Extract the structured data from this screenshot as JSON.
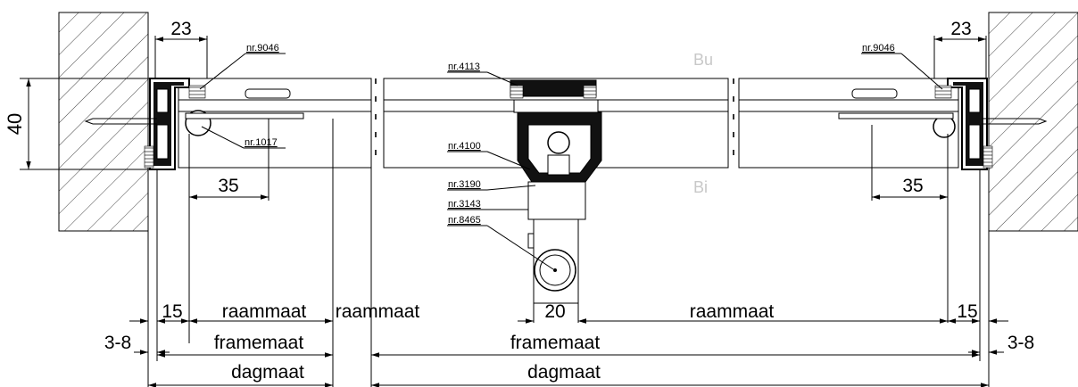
{
  "dimensions": {
    "glass_thickness": "40",
    "left_wall_offset": "23",
    "right_wall_offset": "23",
    "left_rail_offset": "35",
    "right_rail_offset": "35",
    "left_edge": "15",
    "right_edge": "15",
    "center_gap": "20",
    "left_clearance": "3-8",
    "right_clearance": "3-8"
  },
  "labels": {
    "raammaat_left": "raammaat",
    "raammaat_mid": "raammaat",
    "raammaat_right": "raammaat",
    "framemaat_left": "framemaat",
    "framemaat_right": "framemaat",
    "dagmaat_left": "dagmaat",
    "dagmaat_right": "dagmaat",
    "outside": "Bu",
    "inside": "Bi"
  },
  "parts": {
    "left_seal": "nr.9046",
    "right_seal": "nr.9046",
    "roller": "nr.1017",
    "top_cap": "nr.4113",
    "center_profile": "nr.4100",
    "clip": "nr.3190",
    "bracket": "nr.3143",
    "tube": "nr.8465"
  },
  "colors": {
    "line": "#000000",
    "profile": "#111111",
    "hatch": "#444444",
    "side_label": "#c8c8c8"
  }
}
